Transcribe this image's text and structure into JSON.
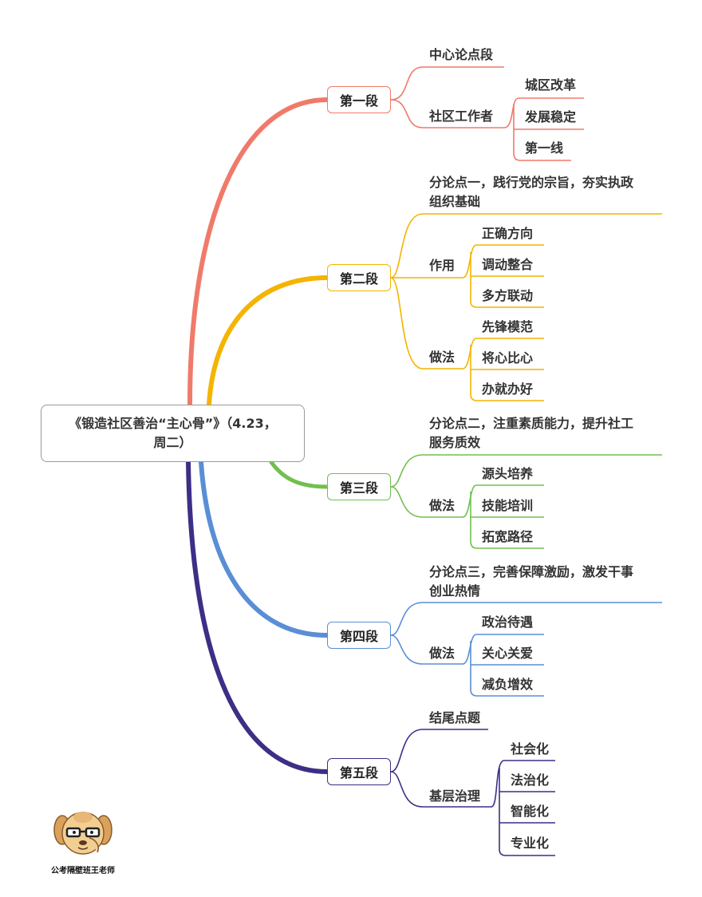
{
  "root": {
    "title_line1": "《锻造社区善治“主心骨”》（4.23，",
    "title_line2": "周二）"
  },
  "sections": [
    {
      "label": "第一段",
      "color": "#F07A6A"
    },
    {
      "label": "第二段",
      "color": "#F4B400"
    },
    {
      "label": "第三段",
      "color": "#72BF4F"
    },
    {
      "label": "第四段",
      "color": "#5A8ED6"
    },
    {
      "label": "第五段",
      "color": "#3B2F86"
    }
  ],
  "nodes": {
    "s1_a": "中心论点段",
    "s1_b": "社区工作者",
    "s1_b_1": "城区改革",
    "s1_b_2": "发展稳定",
    "s1_b_3": "第一线",
    "s2_a_line1": "分论点一，践行党的宗旨，夯实执政",
    "s2_a_line2": "组织基础",
    "s2_b": "作用",
    "s2_b_1": "正确方向",
    "s2_b_2": "调动整合",
    "s2_b_3": "多方联动",
    "s2_c": "做法",
    "s2_c_1": "先锋模范",
    "s2_c_2": "将心比心",
    "s2_c_3": "办就办好",
    "s3_a_line1": "分论点二，注重素质能力，提升社工",
    "s3_a_line2": "服务质效",
    "s3_b": "做法",
    "s3_b_1": "源头培养",
    "s3_b_2": "技能培训",
    "s3_b_3": "拓宽路径",
    "s4_a_line1": "分论点三，完善保障激励，激发干事",
    "s4_a_line2": "创业热情",
    "s4_b": "做法",
    "s4_b_1": "政治待遇",
    "s4_b_2": "关心关爱",
    "s4_b_3": "减负增效",
    "s5_a": "结尾点题",
    "s5_b": "基层治理",
    "s5_b_1": "社会化",
    "s5_b_2": "法治化",
    "s5_b_3": "智能化",
    "s5_b_4": "专业化"
  },
  "watermark": "公考隔壁班王老师"
}
